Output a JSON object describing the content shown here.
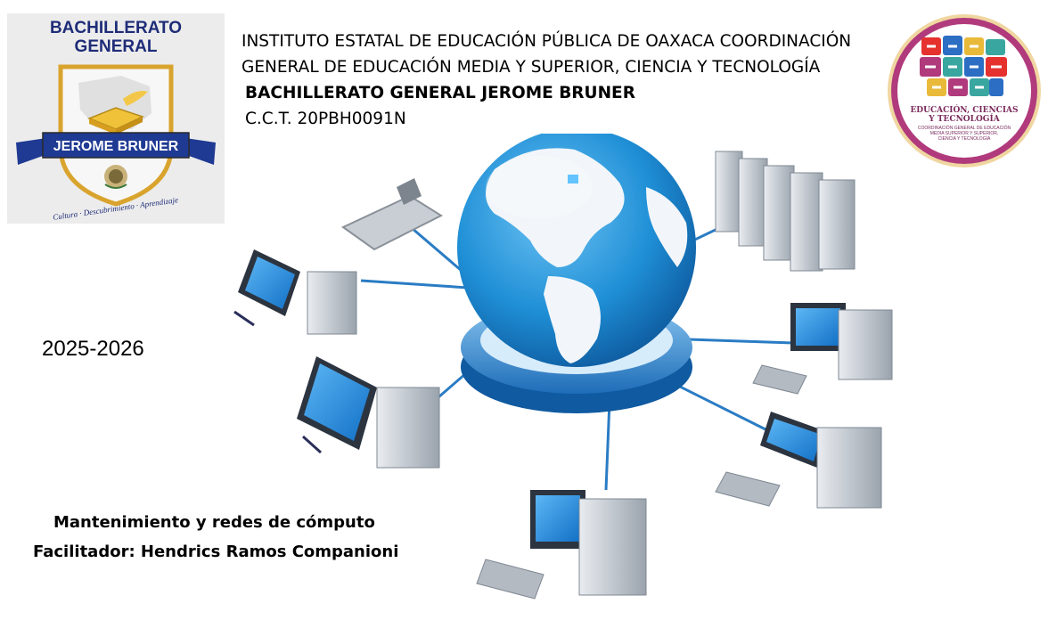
{
  "school_logo": {
    "lines": [
      "BACHILLERATO",
      "GENERAL"
    ],
    "banner": "JEROME BRUNER",
    "motto": "Cultura · Descubrimiento · Aprendizaje"
  },
  "header": {
    "line1": "INSTITUTO ESTATAL DE EDUCACIÓN PÚBLICA DE OAXACA  COORDINACIÓN",
    "line2": "GENERAL DE EDUCACIÓN MEDIA Y SUPERIOR, CIENCIA Y TECNOLOGÍA",
    "school_name": "BACHILLERATO GENERAL JEROME BRUNER",
    "cct": "C.C.T. 20PBH0091N"
  },
  "dept_logo": {
    "title_line1": "EDUCACIÓN, CIENCIAS",
    "title_line2": "Y TECNOLOGÍA",
    "sub_line1": "COORDINACIÓN GENERAL DE EDUCACIÓN",
    "sub_line2": "MEDIA SUPERIOR Y SUPERIOR,",
    "sub_line3": "CIENCIA Y TECNOLOGÍA"
  },
  "school_year": "2025-2026",
  "subject": "Mantenimiento y redes de cómputo",
  "facilitator": "Facilitador: Hendrics Ramos Companioni",
  "colors": {
    "link": "#2a7cc4",
    "globe_ocean": "#1f8fd6",
    "ring": "#3a93d8",
    "screen": "#1b8be6",
    "banner": "#1f3a93",
    "gold": "#e9b93a",
    "dept_ring": "#b03a7c"
  }
}
